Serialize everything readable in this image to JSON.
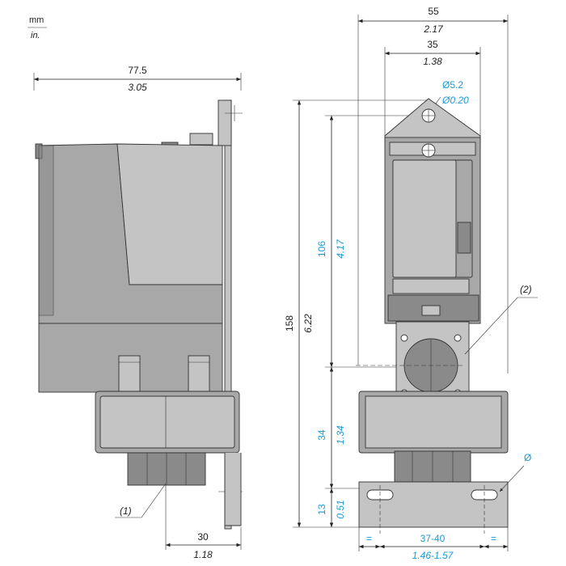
{
  "units": {
    "metric": "mm",
    "imperial": "in."
  },
  "side_view": {
    "width": {
      "mm": "77.5",
      "in": "3.05"
    },
    "bottom": {
      "mm": "30",
      "in": "1.18"
    },
    "callout": "(1)"
  },
  "front_view": {
    "width_total": {
      "mm": "55",
      "in": "2.17"
    },
    "width_inner": {
      "mm": "35",
      "in": "1.38"
    },
    "hole": {
      "mm": "Ø5.2",
      "in": "Ø0.20"
    },
    "height_total": {
      "mm": "158",
      "in": "6.22"
    },
    "height_upper": {
      "mm": "106",
      "in": "4.17"
    },
    "height_mid": {
      "mm": "34",
      "in": "1.34"
    },
    "height_base": {
      "mm": "13",
      "in": "0.51"
    },
    "slot_spacing": {
      "mm": "37-40",
      "in": "1.46-1.57"
    },
    "equal_mark": "=",
    "diameter_mark": "Ø",
    "callout": "(2)"
  }
}
